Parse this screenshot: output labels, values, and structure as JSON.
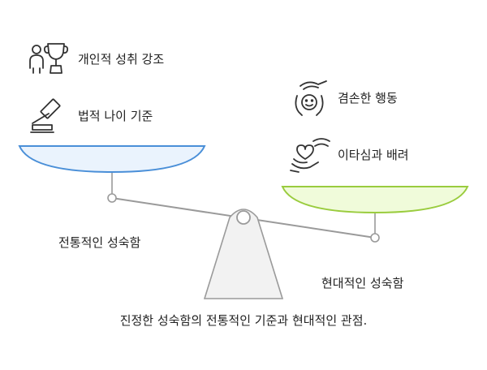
{
  "left_pan": {
    "items": [
      {
        "label": "개인적 성취 강조",
        "icon": "trophy-person-icon"
      },
      {
        "label": "법적 나이 기준",
        "icon": "gavel-icon"
      }
    ],
    "caption": "전통적인 성숙함",
    "fill_color": "#EAF3FD",
    "stroke_color": "#4A8FD8"
  },
  "right_pan": {
    "items": [
      {
        "label": "겸손한 행동",
        "icon": "humble-hands-icon"
      },
      {
        "label": "이타심과 배려",
        "icon": "heart-hands-icon"
      }
    ],
    "caption": "현대적인 성숙함",
    "fill_color": "#F0FBDA",
    "stroke_color": "#9ACC3E"
  },
  "footer_caption": "진정한 성숙함의 전통적인 기준과 현대적인 관점."
}
